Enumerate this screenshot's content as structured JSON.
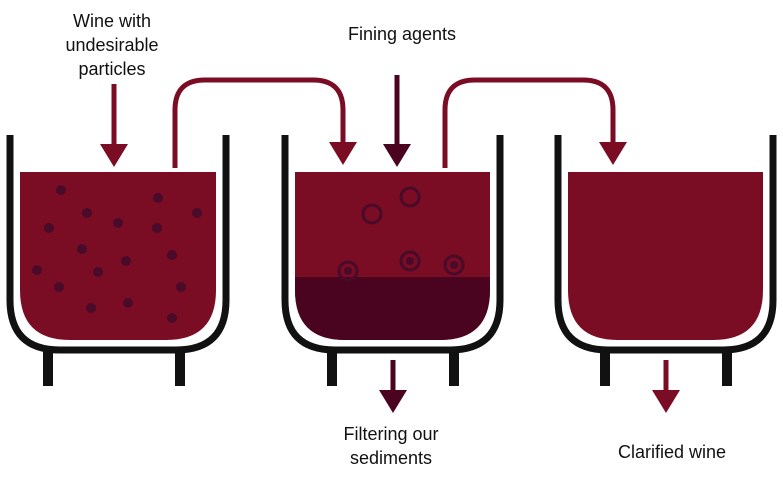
{
  "labels": {
    "input_line1": "Wine with",
    "input_line2": "undesirable",
    "input_line3": "particles",
    "fining": "Fining agents",
    "filter_line1": "Filtering our",
    "filter_line2": "sediments",
    "output": "Clarified wine"
  },
  "colors": {
    "wine": "#7a0c24",
    "sediment": "#4a0420",
    "particle": "#4a0a2a",
    "tank": "#111111",
    "arrow": "#7a0c24",
    "fining_arrow": "#4a0420"
  },
  "icons": {
    "arrow": "down-arrow-icon",
    "tank": "vat-icon"
  }
}
